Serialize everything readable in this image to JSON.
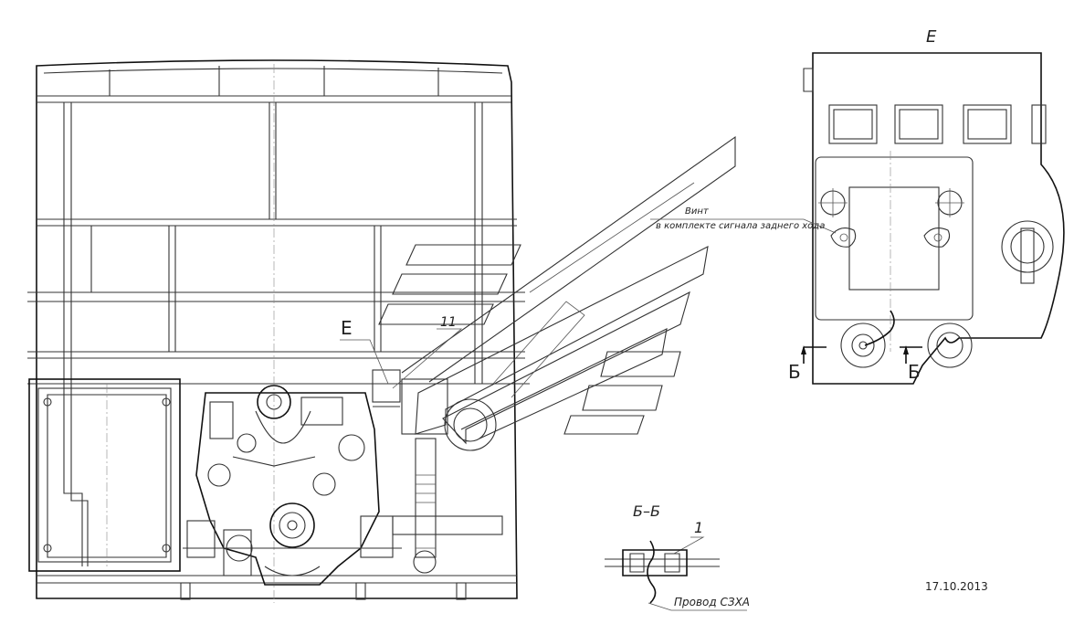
{
  "labels": {
    "view_e_title": "Е",
    "view_e_callout": "Е",
    "item_11": "11",
    "screw_line1": "Винт",
    "screw_line2": "в комплекте сигнала заднего хода",
    "section_mark_left": "Б",
    "section_mark_right": "Б",
    "section_title": "Б–Б",
    "item_1": "1",
    "wire_label": "Провод СЗХА",
    "date": "17.10.2013"
  },
  "colors": {
    "line": "#111111",
    "background": "#ffffff"
  }
}
